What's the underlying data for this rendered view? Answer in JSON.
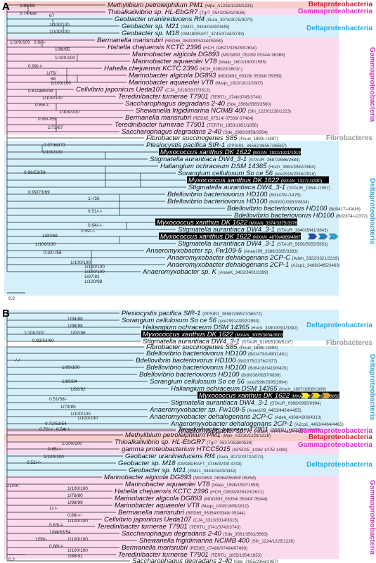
{
  "colors": {
    "betaproteobacteria": "#c4223a",
    "gammaproteobacteria": "#d62fc8",
    "deltaproteobacteria": "#2aa8d8",
    "fibrobacteres": "#999999",
    "band_pink": "#fbd9ef",
    "band_blue": "#d5f0fa",
    "band_red": "#f9cdcd",
    "highlight": "#000000",
    "arrows_a": [
      "#1f4fa8",
      "#1f7fc4",
      "#27a5d6"
    ],
    "arrows_b": [
      "#f6ec3a",
      "#e6d21c",
      "#d9a22a"
    ]
  },
  "panel_a": {
    "label": "A",
    "scale": "0.2",
    "clades": [
      {
        "name": "Betaproteobacteria",
        "color": "#c4223a"
      },
      {
        "name": "Gammaproteobacteria",
        "color": "#d62fc8"
      },
      {
        "name": "Deltaproteobacteria",
        "color": "#2aa8d8"
      },
      {
        "name": "Gammaproteobacteria",
        "color": "#d62fc8"
      },
      {
        "name": "Fibrobacteres",
        "color": "#999999"
      },
      {
        "name": "Deltaproteobacteria",
        "color": "#2aa8d8"
      }
    ],
    "leaves": [
      {
        "taxon": "Methylibium petroleiphilum PM1",
        "code": "(Mpe_A1225/1226/1231)"
      },
      {
        "taxon": "Thioalkalivibrio sp. HL-EbGR7",
        "code": "(Tgr7_0542/0541/0536)"
      },
      {
        "taxon": "Geobacter uraniireducens Rf4",
        "code": "(Gura_3076/3075/3070)"
      },
      {
        "taxon": "Geobacter sp. M21",
        "code": "(GM21_0444/0440/0445)"
      },
      {
        "taxon": "Geobacter sp. M18",
        "code": "(GM18DRAFT_3745/3744/3743)"
      },
      {
        "taxon": "Bermanella marisrubri",
        "code": "(RED65_05329/05334/05359)"
      },
      {
        "taxon": "Hahella chejuensis KCTC 2396",
        "code": "(HCH_02627/02628/02634)"
      },
      {
        "taxon": "Marinobacter algicola DG893",
        "code": "(MDG893_05339/ 05344/ 06369)"
      },
      {
        "taxon": "Marinobacter aquaeolei VT8",
        "code": "(Maqu_1601/1600/1595)"
      },
      {
        "taxon": "Hahella chejuensis KCTC 2396",
        "code": "(HCH_02602/02603/-)"
      },
      {
        "taxon": "Marinobacter algicola DG893",
        "code": "(MDG893_05329/ 05334/ 05359)"
      },
      {
        "taxon": "Marinobacter aquaeolei VT8",
        "code": "(Maqu_1813/1812/1807)"
      },
      {
        "taxon": "Cellvibrio japonicus Ueda107",
        "code": "(CJA_3318/3317/3312)"
      },
      {
        "taxon": "Teredinibacter turnerae T7901",
        "code": "(TERTU_3746/3745/3740)"
      },
      {
        "taxon": "Saccharophagus degradans 2-40",
        "code": "(Sde_3566/3565/3560)"
      },
      {
        "taxon": "Shewanella frigidimarina NCIMB 400",
        "code": "(Sfri_1229/1228/1223)"
      },
      {
        "taxon": "Bermanella marisrubri",
        "code": "(RED65_07514/ 07509/ 07484)"
      },
      {
        "taxon": "Teredinibacter turnerae T7901",
        "code": "(TERTU_1850/1851/1856)"
      },
      {
        "taxon": "Saccharophagus degradans 2-40",
        "code": "(Sde_2960/2959/2954)"
      },
      {
        "taxon": "Fibrobacter succinogenes S85",
        "code": "(Fisuc_1893/-/1897)"
      },
      {
        "taxon": "Plesiocystis pacifica SIR-1",
        "code": "(PPSIR1_36562/36567/36587)"
      },
      {
        "taxon": "Myxococcus xanthus DK 1622",
        "code": "(MXAN_1922/1921/1919)"
      },
      {
        "taxon": "Stigmatella aurantiaca DW4_3-1",
        "code": "(STAUR_2687/2686/2684)"
      },
      {
        "taxon": "Haliangium ochraceum DSM 14365",
        "code": "(Hoch_3961/3962/3964)"
      },
      {
        "taxon": "Sorangium cellulosum So ce 56",
        "code": "(sce2915/2916/2918)"
      },
      {
        "taxon": "Myxococcus xanthus DK 1622",
        "code": "(MXAN_1327/-/1330)"
      },
      {
        "taxon": "Stigmatella aurantiaca DW4_3-1",
        "code": "(STAUR_1954/-/1957)"
      },
      {
        "taxon": "Bdellovibrio bacteriovorus HD100",
        "code": "(Bd1478/-/1476)"
      },
      {
        "taxon": "Bdellovibrio bacteriovorus HD100",
        "code": "(Bd0832/0833/0834)"
      },
      {
        "taxon": "Bdellovibrio bacteriovorus HD100",
        "code": "(Bd0417/-/0416)"
      },
      {
        "taxon": "Bdellovibrio bacteriovorus HD100",
        "code": "(Bd2374/-/2372)"
      },
      {
        "taxon": "Myxococcus xanthus DK 1622",
        "code": "(MXAN_3374/3375/3376)"
      },
      {
        "taxon": "Stigmatella aurantiaca DW4_3-1",
        "code": "(STAUR_3840/3841/3843)"
      },
      {
        "taxon": "Myxococcus xanthus DK 1622",
        "code": "(MXAN_4870/4869/4867)"
      },
      {
        "taxon": "Stigmatella aurantiaca DW4_3-1",
        "code": "(STAUR_5656/5655/5653)"
      },
      {
        "taxon": "Anaeromyxobacter sp. Fw109-5",
        "code": "(Anae109_3386/3385/3383)"
      },
      {
        "taxon": "Anaeromyxobacter dehalogenans 2CP-C",
        "code": "(Adeh_3322/3321/3319)"
      },
      {
        "taxon": "Anaeromyxobacter dehalogenans 2CP-1",
        "code": "(A2cp1_3466/3465/3463)"
      },
      {
        "taxon": "Anaeromyxobacter sp. K",
        "code": "(AnaeK_3402/3401/3399)"
      }
    ],
    "support": [
      "1/86/86",
      "0.74/69/-",
      "67",
      "1/100/100",
      "1/100/100",
      "1/100/100",
      "0.8/-/-",
      "1/98/95",
      "1/100/100",
      "0.99/-/-",
      "1/75/",
      "68",
      "1/100/100",
      "0.61/-/-",
      "1/95/99",
      "1/100/100",
      "0.85/-/-",
      "1/100/100",
      "0.99/-/55",
      "1/73/87",
      "0.97/68/73",
      "1/100/100",
      "0.96/53/59",
      "0.99/73/69",
      "1/-/56",
      "0.51/-/-",
      "0.64/-/-",
      "0.59/-/-",
      "1/90/69",
      "1/100/100",
      "0.92/-/56",
      "1/100/100",
      "1/100/100",
      "1/100/100",
      "1/87/81",
      "1/100/98"
    ]
  },
  "panel_b": {
    "label": "B",
    "scale": "0.2",
    "clades": [
      {
        "name": "Deltaproteobacteria",
        "color": "#2aa8d8"
      },
      {
        "name": "Fibrobacteres",
        "color": "#999999"
      },
      {
        "name": "Deltaproteobacteria",
        "color": "#2aa8d8"
      },
      {
        "name": "Gammaproteobacteria",
        "color": "#d62fc8"
      },
      {
        "name": "Betaproteobacteria",
        "color": "#c4223a"
      },
      {
        "name": "Gammaproteobacteria",
        "color": "#d62fc8"
      },
      {
        "name": "Deltaproteobacteria",
        "color": "#2aa8d8"
      },
      {
        "name": "Gammaproteobacteria",
        "color": "#d62fc8"
      }
    ],
    "leaves": [
      {
        "taxon": "Plesiocystis pacifica SIR-1",
        "code": "(PPSIR1_36582/36577/36572)"
      },
      {
        "taxon": "Sorangium cellulosum So ce 56",
        "code": "(sce2991/2992/2993)"
      },
      {
        "taxon": "Haliangium ochraceum DSM 14365",
        "code": "(Hoch_3390/3391/3392)"
      },
      {
        "taxon": "Myxococcus xanthus DK 1622",
        "code": "(MXAN_3005/3004/3003)"
      },
      {
        "taxon": "Stigmatella aurantiaca DW4_3-1",
        "code": "(STAUR_5105/5106/5107)"
      },
      {
        "taxon": "Fibrobacter succinogenes S85",
        "code": "(Fisuc_1896/-/1894)"
      },
      {
        "taxon": "Bdellovibrio bacteriovorus HD100",
        "code": "(Bd1479/1480/1481)"
      },
      {
        "taxon": "Bdellovibrio bacteriovorus HD100",
        "code": "(Bd2375/2376/2377)"
      },
      {
        "taxon": "Bdellovibrio bacteriovorus HD100",
        "code": "(Bd0418/0419/0420)"
      },
      {
        "taxon": "Bdellovibrio bacteriovorus HD100",
        "code": "(Bd0838/0837/0836)"
      },
      {
        "taxon": "Sorangium cellulosum So ce 56",
        "code": "(sce2996/2995/2994)"
      },
      {
        "taxon": "Haliangium ochraceum DSM 14365",
        "code": "(Hoch_1807/1808/1809)"
      },
      {
        "taxon": "Myxococcus xanthus DK 1622",
        "code": "(MXAN_6860/6861/6862)"
      },
      {
        "taxon": "Stigmatella aurantiaca DW4_3-1",
        "code": "(STAUR_0998/0995/0994)"
      },
      {
        "taxon": "Anaeromyxobacter sp. Fw109-5",
        "code": "(Anae109_4453/4454/4455)"
      },
      {
        "taxon": "Anaeromyxobacter dehalogenans 2CP-C",
        "code": "(Adeh_4308/4309/4310)"
      },
      {
        "taxon": "Anaeromyxobacter dehalogenans 2CP-1",
        "code": "(A2cp1_4463/4464/4465)"
      },
      {
        "taxon": "Anaeromyxobacter sp. K",
        "code": "(AnaeK_4444/4445/4446)"
      },
      {
        "taxon": "Teredinibacter turnerae T7901",
        "code": "(TERTU_1672/1671/1670)"
      },
      {
        "taxon": "Methylibium petroleiphilum PM1",
        "code": "(Mpe_A1230/1229/1228)"
      },
      {
        "taxon": "Thioalkalivibrio sp. HL-EbGR7",
        "code": "(Tgr7_0537/0538/0539)"
      },
      {
        "taxon": "gamma proteobacterium HTCC5015",
        "code": "(GP5015_1416/ 1475/ 1488)"
      },
      {
        "taxon": "Geobacter uraniireducens Rf4",
        "code": "(Gura_3071/3072/3073)"
      },
      {
        "taxon": "Geobacter sp. M18",
        "code": "(GM18DRAFT_3746/3744/ 3743)"
      },
      {
        "taxon": "Geobacter sp. M21",
        "code": "(GM21_0444/0443/0442)"
      },
      {
        "taxon": "Marinobacter algicola DG893",
        "code": "(MDG893_06364/06359/ 06354)"
      },
      {
        "taxon": "Marinobacter aquaeolei VT8",
        "code": "(Maqu_1596/1597/1598)"
      },
      {
        "taxon": "Hahella chejuensis KCTC 2396",
        "code": "(HCH_02633/02632/02631)"
      },
      {
        "taxon": "Marinobacter algicola DG893",
        "code": "(MDG893_05354/ 05349/ 05344)"
      },
      {
        "taxon": "Marinobacter aquaeolei VT8",
        "code": "(Maqu_1808/1809/1810)"
      },
      {
        "taxon": "Bermanella marisrubri",
        "code": "(RED65_05354/05349/ 05344)"
      },
      {
        "taxon": "Cellvibrio japonicus Ueda107",
        "code": "(CJA_3313/3314/3315)"
      },
      {
        "taxon": "Teredinibacter turnerae T7901",
        "code": "(TERTU_3741/3742/3743)"
      },
      {
        "taxon": "Saccharophagus degradans 2-40",
        "code": "(Sde_3561/3562/3563)"
      },
      {
        "taxon": "Shewanella frigidimarina NCIMB 400",
        "code": "(Sfri_1224/1225/1226)"
      },
      {
        "taxon": "Bermanella marisrubri",
        "code": "(RED65_07489/07494/07499)"
      },
      {
        "taxon": "Teredinibacter turnerae T7901",
        "code": "(TERTU_1855/1854/1853)"
      },
      {
        "taxon": "Saccharophagus degradans 2-40",
        "code": "(Sde_2955/2956/2957)"
      }
    ],
    "support": [
      "1/94/88",
      "1/98/98",
      "1/97/96",
      "1/100/100",
      "0.92/54/60",
      "-/-/-",
      "1/99/100",
      "1/89/84",
      "1/92/92",
      "0.51/58/-",
      "1/79/85",
      "1/100/100",
      "1/100/100",
      "0.72/53/54",
      "0.72/-/-",
      "0.54/-/-",
      "1/100/100",
      "0.65/-/-",
      "1/100/100",
      "0.52/-/-",
      "1/100/-",
      "1/100/100",
      "1/78/80",
      "1/98/99",
      "1/-/-",
      "0.88/-/-",
      "1/100/100",
      "0.63/-/-",
      "1/94/63/54",
      "1/58/-",
      "1/100/100",
      "0.88/-/-",
      "1/100/100",
      "1/88/91"
    ]
  }
}
